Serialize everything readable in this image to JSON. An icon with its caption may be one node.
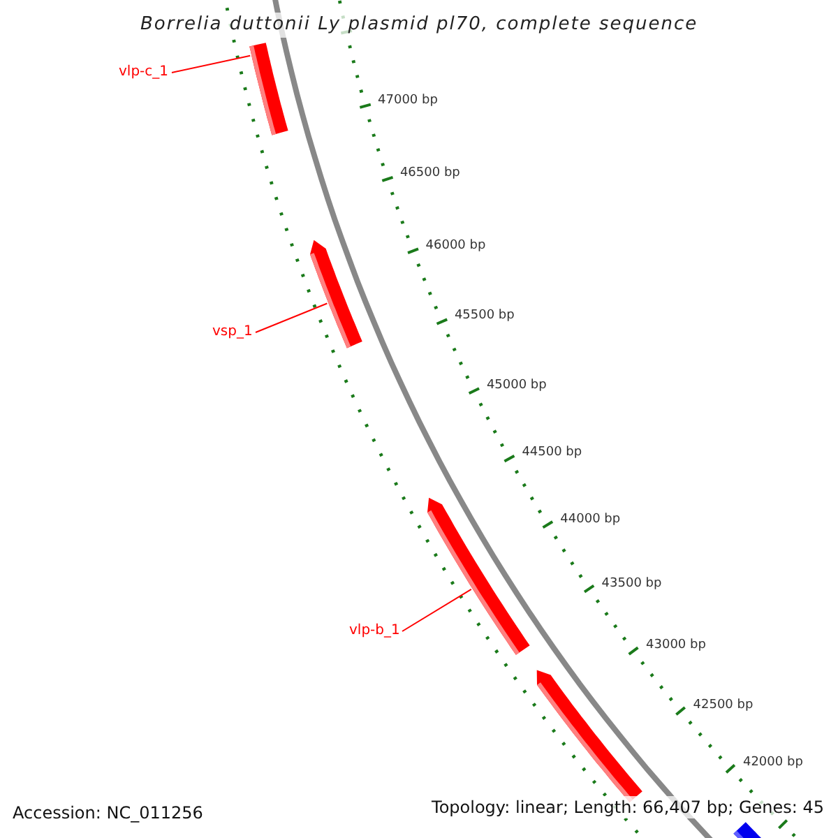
{
  "diagram": {
    "title": "Borrelia duttonii Ly plasmid pl70, complete sequence",
    "nodes": [
      {
        "text": [
          "vlp-c_1"
        ]
      },
      {
        "text": [],
        "shape": "arrow"
      },
      {
        "text": [
          "vsp_1"
        ]
      },
      {
        "text": [],
        "shape": "arrow"
      },
      {
        "text": [
          "vlp-b_1"
        ]
      },
      {
        "text": [],
        "shape": "arrow"
      },
      {
        "text": [],
        "shape": "arrow"
      },
      {
        "text": [],
        "shape": "arrow"
      }
    ],
    "edges": [
      {
        "from": 0,
        "to": 1,
        "arrow": "none"
      },
      {
        "from": 2,
        "to": 3,
        "arrow": "none"
      },
      {
        "from": 4,
        "to": 5,
        "arrow": "none"
      }
    ],
    "labels": [
      "47000 bp",
      "46500 bp",
      "46000 bp",
      "45500 bp",
      "45000 bp",
      "44500 bp",
      "44000 bp",
      "43500 bp",
      "43000 bp",
      "42500 bp",
      "42000 bp",
      "Accession: NC_011256",
      "Topology: linear; Length: 66,407 bp; Genes: 45"
    ]
  }
}
